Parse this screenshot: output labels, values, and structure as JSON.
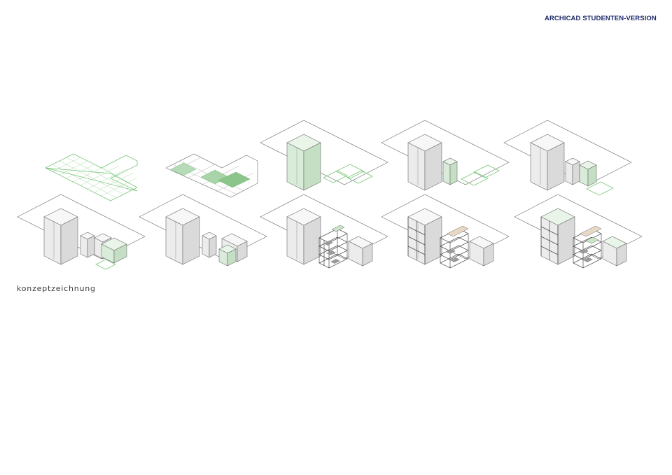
{
  "watermark": "ARCHICAD STUDENTEN-VERSION",
  "caption": "konzeptzeichnung",
  "colors": {
    "accent_green": "#7cc67c",
    "massing_grey": "#ececec",
    "watermark_blue": "#1d2a6b"
  },
  "diagram": {
    "rows": 2,
    "columns": 5,
    "step_count": 10
  }
}
